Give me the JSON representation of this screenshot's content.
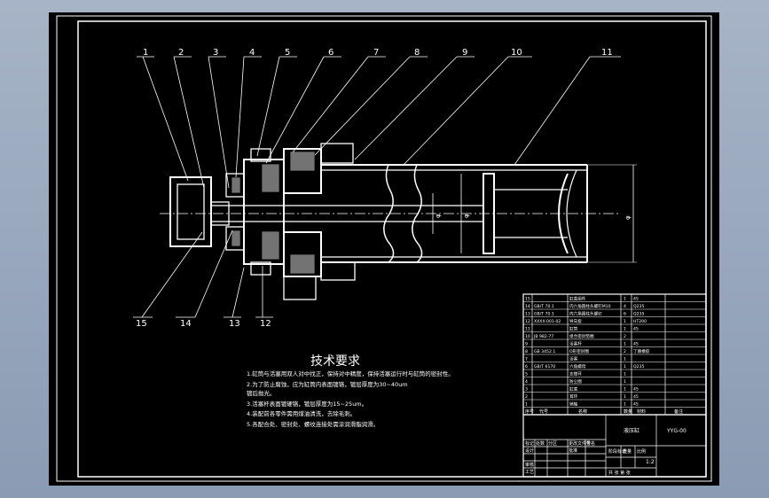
{
  "drawing": {
    "part_callouts": [
      "1",
      "2",
      "3",
      "4",
      "5",
      "6",
      "7",
      "8",
      "9",
      "10",
      "11",
      "12",
      "13",
      "14",
      "15"
    ],
    "dimension_labels": {
      "bore": "φ",
      "rod": "φ",
      "stroke": "φ"
    }
  },
  "requirements": {
    "title": "技术要求",
    "lines": [
      "1.缸筒与活塞用双人对中找正，保持对中精度，保持活塞运行时与缸筒的密封性。",
      "2.为了防止腐蚀，应为缸筒内表面镀铬，镀层厚度为30~40um",
      "镀后抛光。",
      "3.活塞杆表面镀硬铬，镀层厚度为15~25um。",
      "4.装配前各零件需用煤油清洗，去除毛刺。",
      "5.各配合处、密封处、螺纹连接处需涂润滑脂润滑。"
    ]
  },
  "bom": {
    "rows": [
      {
        "no": "15",
        "code": "",
        "name": "缸盖组件",
        "qty": "1",
        "mat": "45"
      },
      {
        "no": "14",
        "code": "GB/T 70.1",
        "name": "内六角圆柱头螺钉M10",
        "qty": "4",
        "mat": "Q235"
      },
      {
        "no": "13",
        "code": "GB/T 70.1",
        "name": "内六角圆柱头螺钉",
        "qty": "6",
        "mat": "Q235"
      },
      {
        "no": "12",
        "code": "XXXX-001-02",
        "name": "导向套",
        "qty": "1",
        "mat": "HT200"
      },
      {
        "no": "11",
        "code": "",
        "name": "缸筒",
        "qty": "1",
        "mat": "45"
      },
      {
        "no": "10",
        "code": "JB 982-77",
        "name": "组合密封垫圈",
        "qty": "2",
        "mat": ""
      },
      {
        "no": "9",
        "code": "",
        "name": "活塞杆",
        "qty": "1",
        "mat": "45"
      },
      {
        "no": "8",
        "code": "GB 3452.1",
        "name": "O形密封圈",
        "qty": "2",
        "mat": "丁腈橡胶"
      },
      {
        "no": "7",
        "code": "",
        "name": "活塞",
        "qty": "1",
        "mat": ""
      },
      {
        "no": "6",
        "code": "GB/T 6170",
        "name": "六角螺母",
        "qty": "1",
        "mat": "Q235"
      },
      {
        "no": "5",
        "code": "",
        "name": "支撑环",
        "qty": "1",
        "mat": ""
      },
      {
        "no": "4",
        "code": "",
        "name": "防尘圈",
        "qty": "1",
        "mat": ""
      },
      {
        "no": "3",
        "code": "",
        "name": "缸底",
        "qty": "1",
        "mat": "45"
      },
      {
        "no": "2",
        "code": "",
        "name": "耳环",
        "qty": "1",
        "mat": "45"
      },
      {
        "no": "1",
        "code": "",
        "name": "销轴",
        "qty": "1",
        "mat": "45"
      }
    ],
    "header": {
      "no": "序号",
      "code": "代号",
      "name": "名称",
      "qty": "数量",
      "mat": "材料",
      "note": "备注"
    }
  },
  "title_block": {
    "drawing_name": "液压缸",
    "drawing_no": "YYG-00",
    "scale": "1:2",
    "sheet": "共 张 第 张",
    "labels": [
      "标记",
      "处数",
      "分区",
      "更改文件号",
      "签名",
      "年月日",
      "设计",
      "审核",
      "工艺",
      "批准",
      "阶段标记",
      "重量",
      "比例"
    ]
  }
}
